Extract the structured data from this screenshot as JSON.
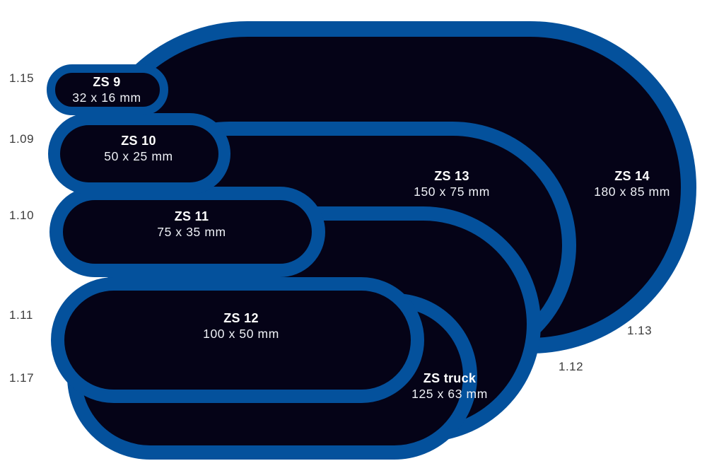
{
  "colors": {
    "background": "#ffffff",
    "patch_fill": "#050317",
    "patch_border_blue": "#04519c",
    "label_text": "#ffffff",
    "ref_text": "#3c3c3c"
  },
  "patches": [
    {
      "name": "ZS 9",
      "size": "32 x 16 mm"
    },
    {
      "name": "ZS 10",
      "size": "50 x 25 mm"
    },
    {
      "name": "ZS 11",
      "size": "75 x 35 mm"
    },
    {
      "name": "ZS 12",
      "size": "100 x 50 mm"
    },
    {
      "name": "ZS truck",
      "size": "125 x 63 mm"
    },
    {
      "name": "ZS 13",
      "size": "150 x 75 mm"
    },
    {
      "name": "ZS 14",
      "size": "180 x 85 mm"
    }
  ],
  "refs": [
    {
      "text": "1.15"
    },
    {
      "text": "1.09"
    },
    {
      "text": "1.10"
    },
    {
      "text": "1.11"
    },
    {
      "text": "1.17"
    },
    {
      "text": "1.13"
    },
    {
      "text": "1.12"
    }
  ]
}
